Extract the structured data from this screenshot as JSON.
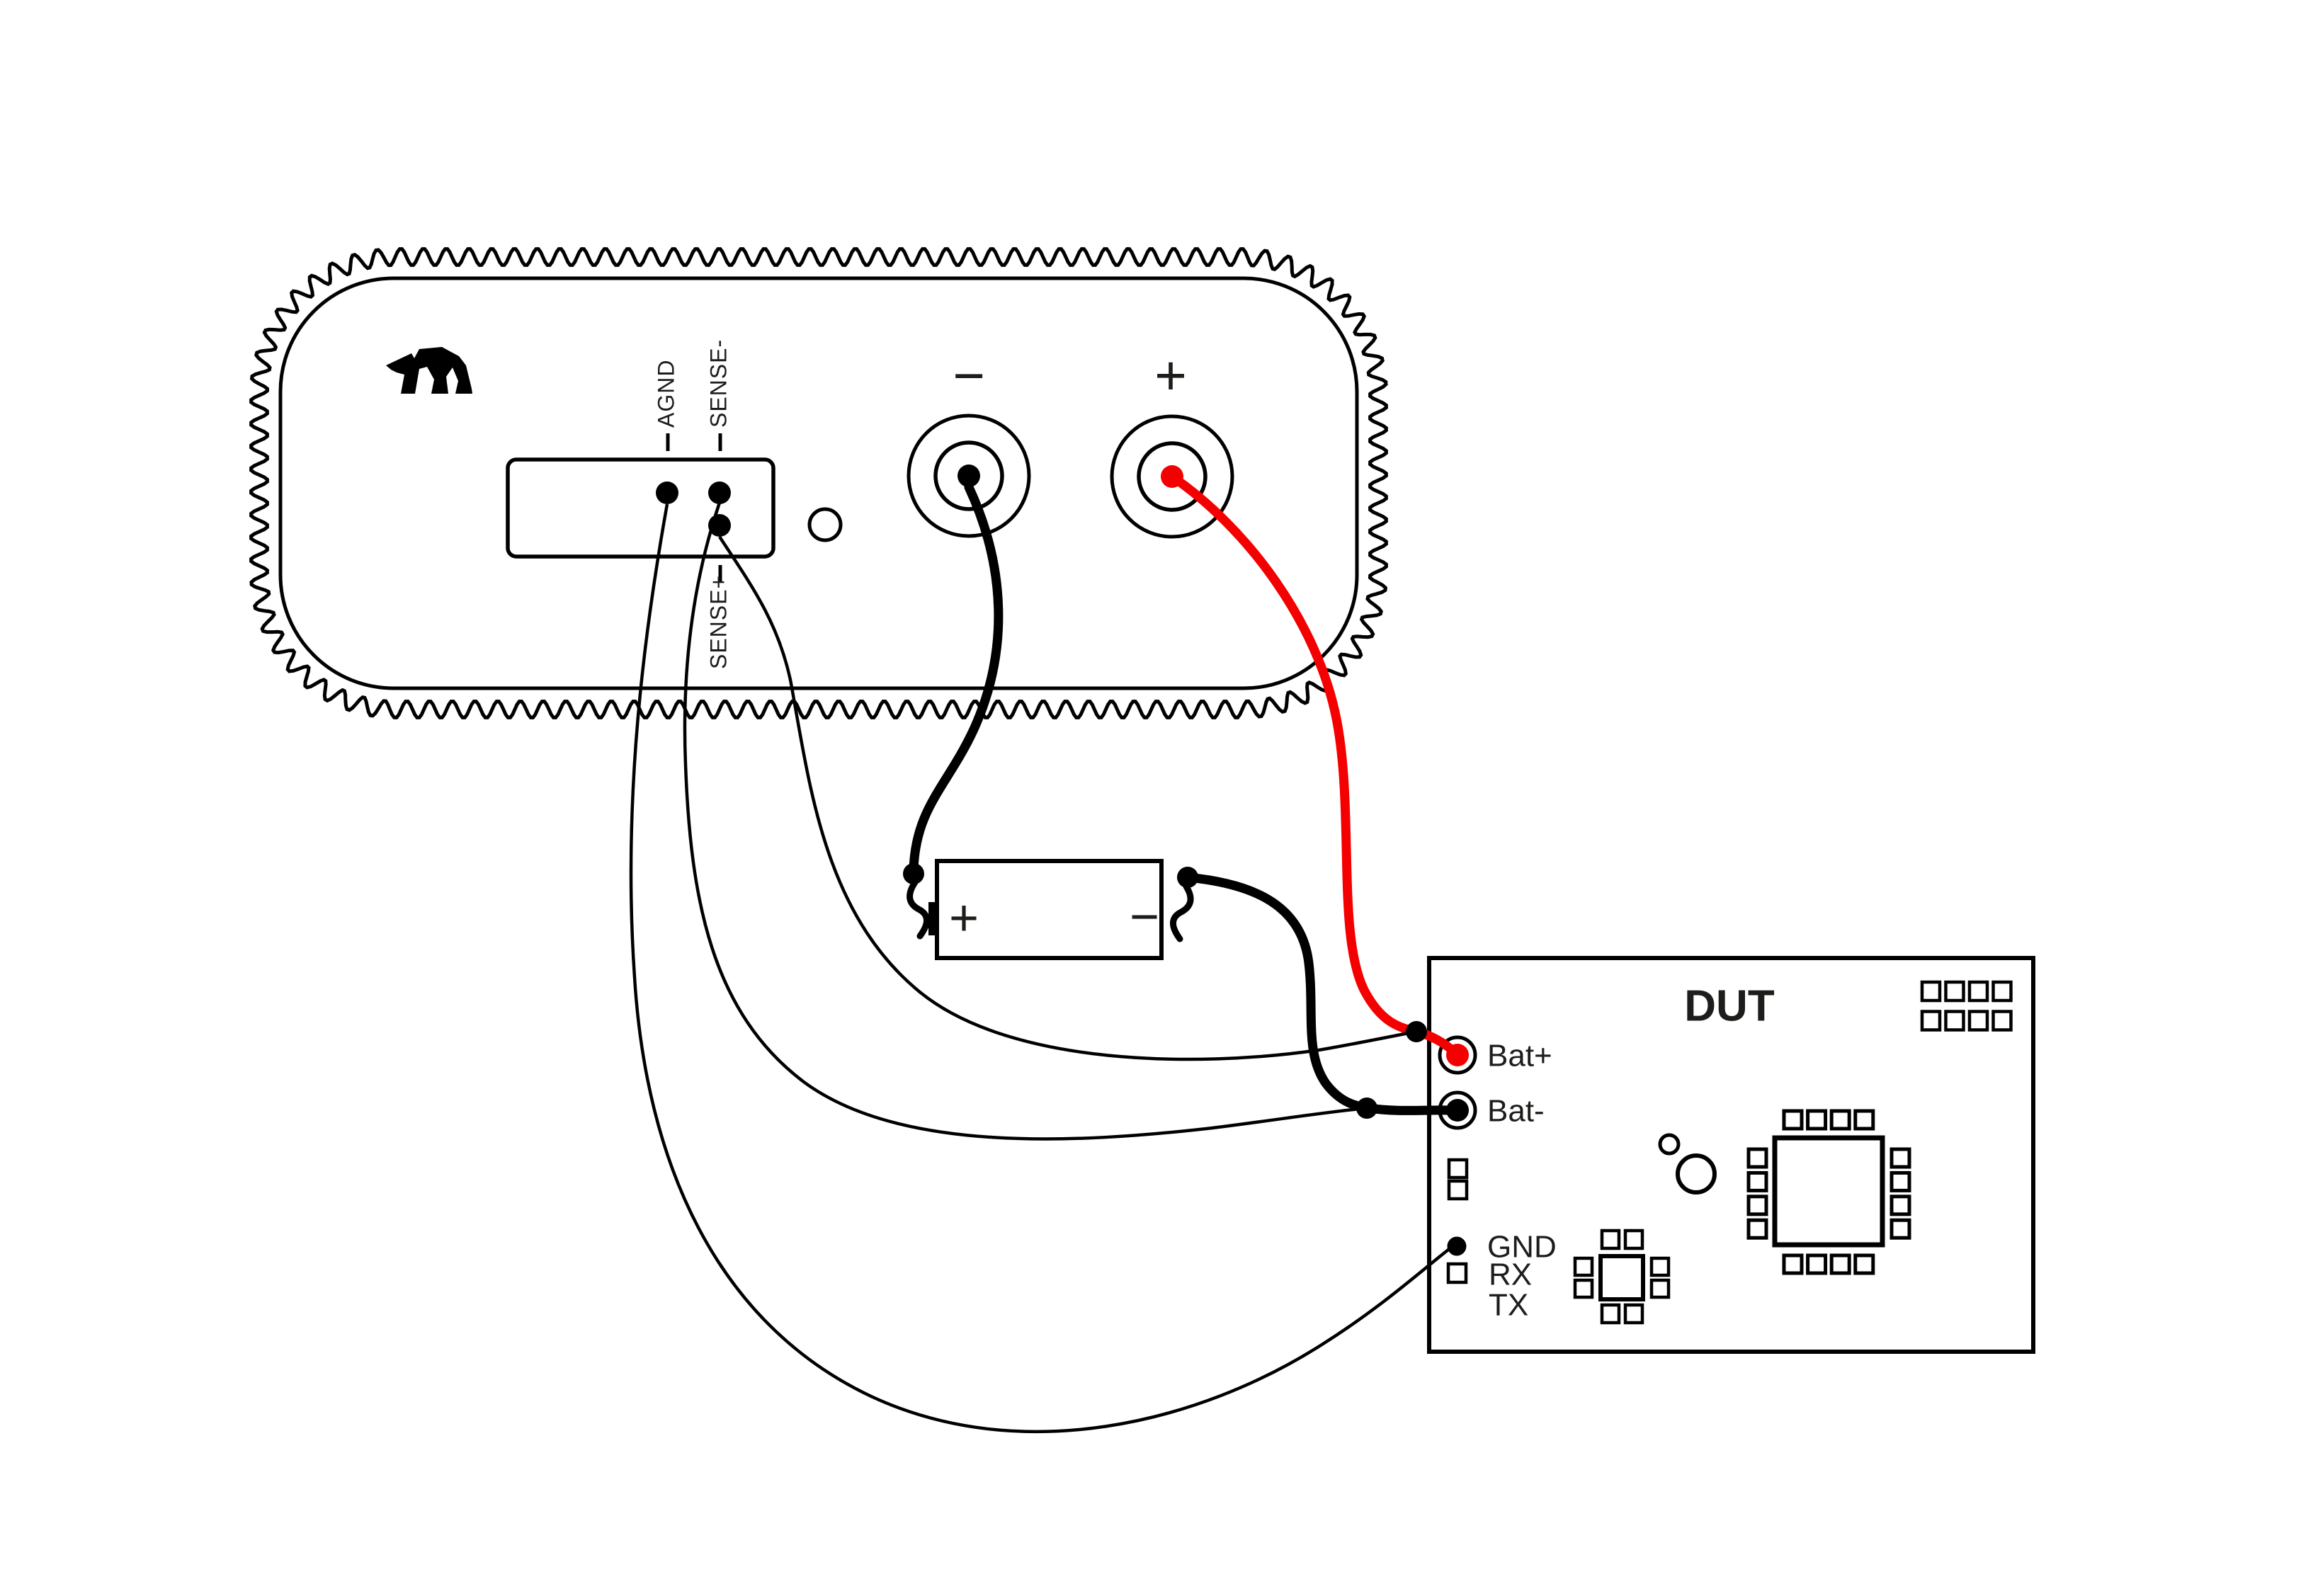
{
  "diagram": {
    "power_analyzer": {
      "logo_icon": "bear-logo",
      "expansion_pins": {
        "agnd": "AGND",
        "sense_minus": "SENSE-",
        "sense_plus": "SENSE+"
      },
      "terminal_minus": "−",
      "terminal_plus": "+"
    },
    "battery": {
      "positive": "+",
      "negative": "−"
    },
    "dut_board": {
      "title": "DUT",
      "pad_bat_plus": "Bat+",
      "pad_bat_minus": "Bat-",
      "pad_gnd": "GND",
      "pad_rx": "RX",
      "pad_tx": "TX"
    },
    "colors": {
      "wire_red": "#f50000",
      "line": "#000000",
      "text": "#1d1d1b"
    }
  }
}
